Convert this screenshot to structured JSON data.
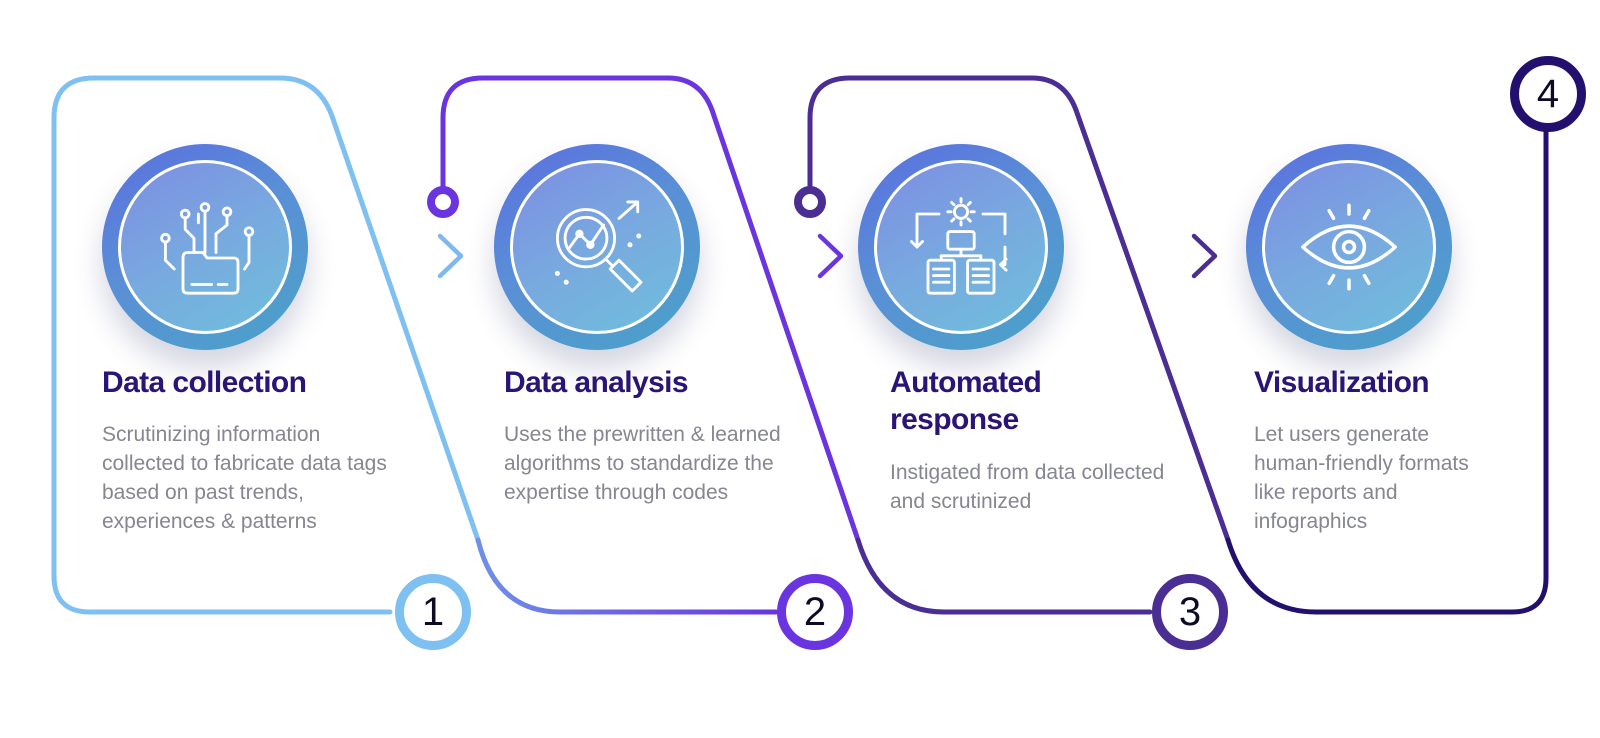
{
  "steps": [
    {
      "number": "1",
      "title": "Data collection",
      "description": "Scrutinizing information collected to fabricate data tags based on past trends, experiences & patterns",
      "icon": "data-collection-folder-icon",
      "color": "#7fc0f2"
    },
    {
      "number": "2",
      "title": "Data analysis",
      "description": "Uses the prewritten & learned algorithms to standardize the expertise through codes",
      "icon": "magnifier-analytics-icon",
      "color": "#6a35e0"
    },
    {
      "number": "3",
      "title": "Automated response",
      "description": "Instigated from data collected and scrutinized",
      "icon": "automation-gear-documents-icon",
      "color": "#4b2e94"
    },
    {
      "number": "4",
      "title": "Visualization",
      "description": "Let users generate human-friendly formats like reports and infographics",
      "icon": "eye-icon",
      "color": "#23106e"
    }
  ],
  "colors": {
    "title": "#2a1476",
    "description": "#85868f",
    "icon_gradient": [
      "#5b6ee0",
      "#4aa3c8"
    ]
  }
}
